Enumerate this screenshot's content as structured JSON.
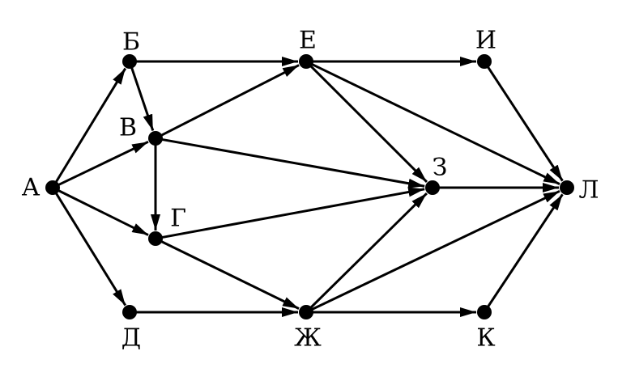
{
  "colors": {
    "ink": "#000000",
    "background": "#ffffff"
  },
  "nodes": [
    {
      "id": "A",
      "label": "А"
    },
    {
      "id": "B",
      "label": "Б"
    },
    {
      "id": "V",
      "label": "В"
    },
    {
      "id": "G",
      "label": "Г"
    },
    {
      "id": "D",
      "label": "Д"
    },
    {
      "id": "E",
      "label": "Е"
    },
    {
      "id": "Zh",
      "label": "Ж"
    },
    {
      "id": "Z",
      "label": "З"
    },
    {
      "id": "I",
      "label": "И"
    },
    {
      "id": "K",
      "label": "К"
    },
    {
      "id": "L",
      "label": "Л"
    }
  ],
  "edges": [
    {
      "from": "A",
      "to": "B"
    },
    {
      "from": "A",
      "to": "V"
    },
    {
      "from": "A",
      "to": "G"
    },
    {
      "from": "A",
      "to": "D"
    },
    {
      "from": "B",
      "to": "V"
    },
    {
      "from": "B",
      "to": "E"
    },
    {
      "from": "V",
      "to": "E"
    },
    {
      "from": "V",
      "to": "G"
    },
    {
      "from": "V",
      "to": "Z"
    },
    {
      "from": "G",
      "to": "Z"
    },
    {
      "from": "G",
      "to": "Zh"
    },
    {
      "from": "D",
      "to": "Zh"
    },
    {
      "from": "E",
      "to": "I"
    },
    {
      "from": "E",
      "to": "Z"
    },
    {
      "from": "E",
      "to": "L"
    },
    {
      "from": "Zh",
      "to": "Z"
    },
    {
      "from": "Zh",
      "to": "L"
    },
    {
      "from": "Zh",
      "to": "K"
    },
    {
      "from": "Z",
      "to": "L"
    },
    {
      "from": "I",
      "to": "L"
    },
    {
      "from": "K",
      "to": "L"
    }
  ]
}
